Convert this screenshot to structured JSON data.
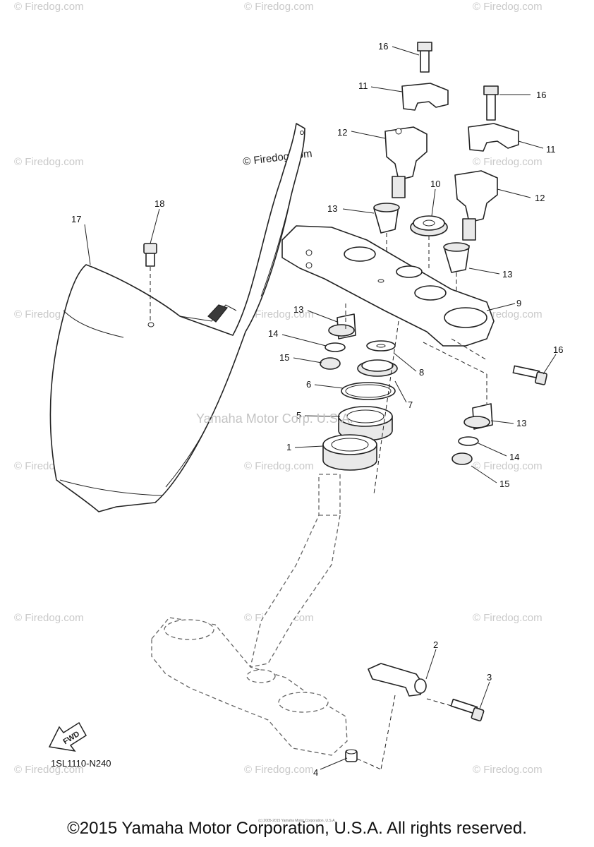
{
  "watermark": "© Firedog.com",
  "center_watermark": "Yamaha Motor Corp. U.S.A.",
  "featured_watermark": "© Firedog.com",
  "diagram_code": "1SL1110-N240",
  "fwd_label": "FWD",
  "copyright": "©2015 Yamaha Motor Corporation, U.S.A. All rights reserved.",
  "fine_print": "(c) 2005-2015 Yamaha Motor Corporation, U.S.A.",
  "callouts": [
    "16",
    "11",
    "16",
    "12",
    "11",
    "10",
    "12",
    "13",
    "17",
    "18",
    "13",
    "9",
    "13",
    "14",
    "16",
    "15",
    "8",
    "6",
    "7",
    "5",
    "13",
    "1",
    "14",
    "15",
    "2",
    "3",
    "4"
  ]
}
